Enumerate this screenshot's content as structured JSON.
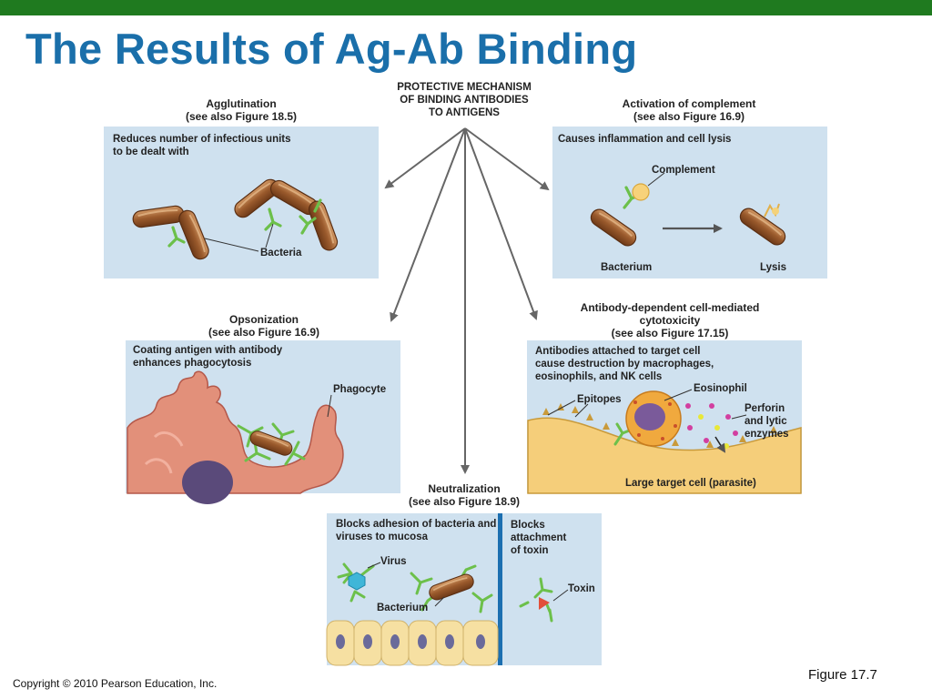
{
  "slide": {
    "title": "The Results of Ag-Ab Binding",
    "center_header": [
      "PROTECTIVE MECHANISM",
      "OF BINDING ANTIBODIES",
      "TO ANTIGENS"
    ],
    "copyright": "Copyright © 2010 Pearson Education, Inc.",
    "figure_label": "Figure 17.7",
    "colors": {
      "title": "#1a6faa",
      "top_bar": "#1f7a1f",
      "panel": "#cfe1ef",
      "bacteria": "#9a5a2c",
      "antibody": "#6cc04a"
    }
  },
  "agglutination": {
    "heading": "Agglutination",
    "see_also": "(see also Figure 18.5)",
    "description": "Reduces number of infectious units to be dealt with",
    "label_bacteria": "Bacteria"
  },
  "complement": {
    "heading": "Activation of complement",
    "see_also": "(see also Figure 16.9)",
    "description": "Causes inflammation and cell lysis",
    "label_complement": "Complement",
    "label_bacterium": "Bacterium",
    "label_lysis": "Lysis"
  },
  "opsonization": {
    "heading": "Opsonization",
    "see_also": "(see also Figure 16.9)",
    "description": "Coating antigen with antibody enhances phagocytosis",
    "label_phagocyte": "Phagocyte"
  },
  "adcc": {
    "heading": [
      "Antibody-dependent cell-mediated",
      "cytotoxicity"
    ],
    "see_also": "(see also Figure 17.15)",
    "description": "Antibodies attached to target cell cause destruction by macrophages, eosinophils, and NK cells",
    "label_eosinophil": "Eosinophil",
    "label_epitopes": "Epitopes",
    "label_perforin": [
      "Perforin",
      "and lytic",
      "enzymes"
    ],
    "label_target": "Large target cell (parasite)"
  },
  "neutralization": {
    "heading": "Neutralization",
    "see_also": "(see also Figure 18.9)",
    "description_left": "Blocks adhesion of bacteria and viruses to mucosa",
    "description_right": [
      "Blocks",
      "attachment",
      "of toxin"
    ],
    "label_virus": "Virus",
    "label_bacterium": "Bacterium",
    "label_toxin": "Toxin"
  }
}
